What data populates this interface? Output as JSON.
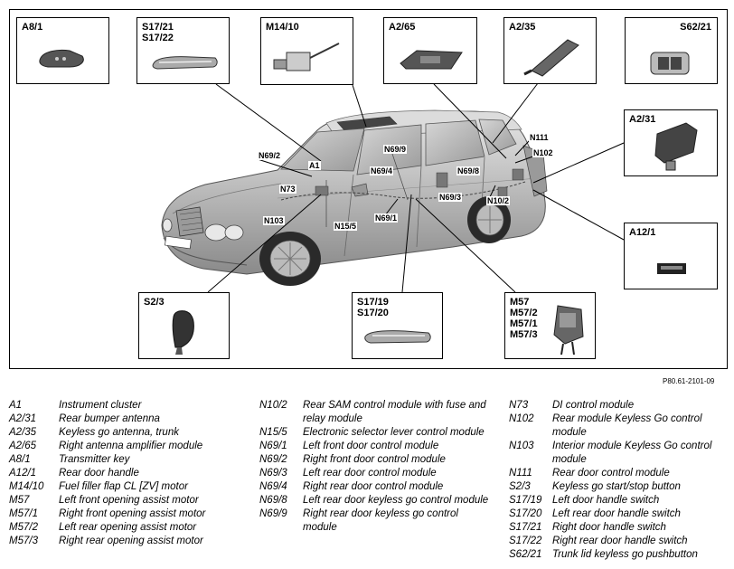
{
  "figure_ref": "P80.61-2101-09",
  "component_boxes": [
    {
      "id": "a8-1",
      "title": "A8/1",
      "icon": "transmitter-key"
    },
    {
      "id": "s17-21",
      "title": "S17/21\nS17/22",
      "icon": "door-handle"
    },
    {
      "id": "m14-10",
      "title": "M14/10",
      "icon": "flap-motor"
    },
    {
      "id": "a2-65",
      "title": "A2/65",
      "icon": "amplifier-module"
    },
    {
      "id": "a2-35",
      "title": "A2/35",
      "icon": "antenna-bar"
    },
    {
      "id": "s62-21",
      "title": "S62/21",
      "icon": "pushbutton"
    },
    {
      "id": "a2-31",
      "title": "A2/31",
      "icon": "bumper-antenna"
    },
    {
      "id": "a12-1",
      "title": "A12/1",
      "icon": "rear-door-handle"
    },
    {
      "id": "s2-3",
      "title": "S2/3",
      "icon": "selector-lever-knob"
    },
    {
      "id": "s17-19",
      "title": "S17/19\nS17/20",
      "icon": "door-handle"
    },
    {
      "id": "m57",
      "title": "M57\nM57/2\nM57/1\nM57/3",
      "icon": "assist-motor"
    }
  ],
  "callouts": [
    "N69/2",
    "A1",
    "N69/9",
    "N69/4",
    "N69/8",
    "N111",
    "N102",
    "N73",
    "N69/3",
    "N10/2",
    "N103",
    "N15/5",
    "N69/1"
  ],
  "legend": {
    "col1": [
      {
        "code": "A1",
        "desc": "Instrument cluster"
      },
      {
        "code": "A2/31",
        "desc": "Rear bumper antenna"
      },
      {
        "code": "A2/35",
        "desc": "Keyless go antenna, trunk"
      },
      {
        "code": "A2/65",
        "desc": "Right antenna amplifier module"
      },
      {
        "code": "A8/1",
        "desc": "Transmitter key"
      },
      {
        "code": "A12/1",
        "desc": "Rear door handle"
      },
      {
        "code": "M14/10",
        "desc": "Fuel filler flap CL [ZV] motor"
      },
      {
        "code": "M57",
        "desc": "Left front opening assist motor"
      },
      {
        "code": "M57/1",
        "desc": "Right front opening assist motor"
      },
      {
        "code": "M57/2",
        "desc": "Left rear opening assist motor"
      },
      {
        "code": "M57/3",
        "desc": "Right rear opening assist motor"
      }
    ],
    "col2": [
      {
        "code": "N10/2",
        "desc": "Rear SAM control module with fuse and relay module"
      },
      {
        "code": "N15/5",
        "desc": "Electronic selector lever control module"
      },
      {
        "code": "N69/1",
        "desc": "Left front door control module"
      },
      {
        "code": "N69/2",
        "desc": "Right front door control module"
      },
      {
        "code": "N69/3",
        "desc": "Left rear door control module"
      },
      {
        "code": "N69/4",
        "desc": "Right rear door control module"
      },
      {
        "code": "N69/8",
        "desc": "Left rear door keyless go control module"
      },
      {
        "code": "N69/9",
        "desc": "Right rear door keyless go control module"
      }
    ],
    "col3": [
      {
        "code": "N73",
        "desc": "DI control module"
      },
      {
        "code": "N102",
        "desc": "Rear module Keyless Go control module"
      },
      {
        "code": "N103",
        "desc": "Interior module Keyless Go control module"
      },
      {
        "code": "N111",
        "desc": "Rear door control module"
      },
      {
        "code": "S2/3",
        "desc": "Keyless go start/stop button"
      },
      {
        "code": "S17/19",
        "desc": "Left door handle switch"
      },
      {
        "code": "S17/20",
        "desc": "Left rear door handle switch"
      },
      {
        "code": "S17/21",
        "desc": "Right door handle switch"
      },
      {
        "code": "S17/22",
        "desc": "Right rear door handle switch"
      },
      {
        "code": "S62/21",
        "desc": "Trunk lid keyless go pushbutton"
      }
    ]
  }
}
